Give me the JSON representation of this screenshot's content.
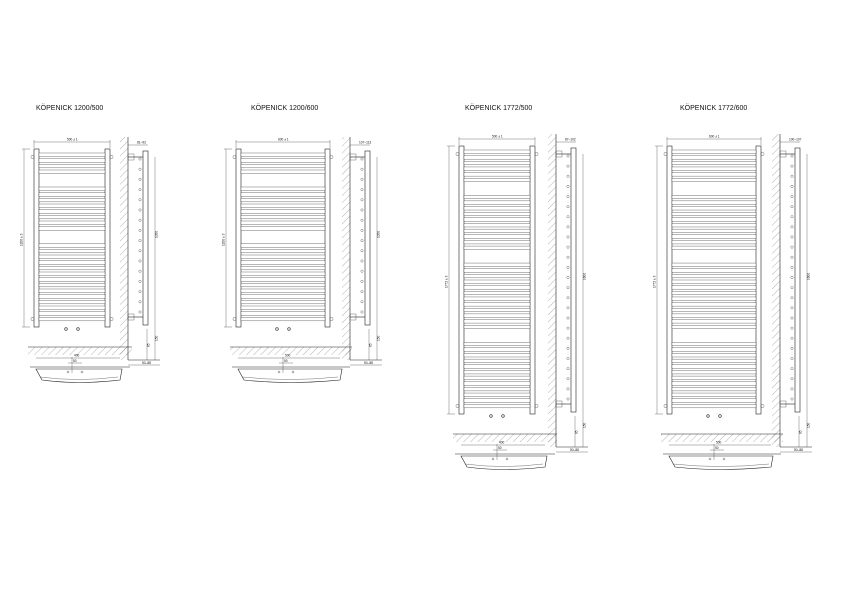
{
  "drawings": [
    {
      "title": "KÖPENICK 1200/500",
      "width_dim": "500 ± 1",
      "height_dim": "1200 ± 3",
      "side_top_dim": "81–93",
      "side_height_dim": "1050",
      "side_bottom_dim": "150",
      "side_low_dim": "85",
      "side_wall_dim": "50–88",
      "plan_width_dim": "400",
      "plan_center_dim": "50",
      "bars": 26,
      "tall": false
    },
    {
      "title": "KÖPENICK 1200/600",
      "width_dim": "600 ± 1",
      "height_dim": "1200 ± 3",
      "side_top_dim": "107–113",
      "side_height_dim": "1050",
      "side_bottom_dim": "150",
      "side_low_dim": "85",
      "side_wall_dim": "50–88",
      "plan_width_dim": "500",
      "plan_center_dim": "50",
      "bars": 26,
      "tall": false
    },
    {
      "title": "KÖPENICK 1772/500",
      "width_dim": "500 ± 1",
      "height_dim": "1772 ± 3",
      "side_top_dim": "87–102",
      "side_height_dim": "1600",
      "side_bottom_dim": "150",
      "side_low_dim": "85",
      "side_wall_dim": "50–88",
      "plan_width_dim": "400",
      "plan_center_dim": "50",
      "bars": 40,
      "tall": true
    },
    {
      "title": "KÖPENICK 1772/600",
      "width_dim": "600 ± 1",
      "height_dim": "1772 ± 3",
      "side_top_dim": "100–107",
      "side_height_dim": "1600",
      "side_bottom_dim": "150",
      "side_low_dim": "85",
      "side_wall_dim": "50–88",
      "plan_width_dim": "500",
      "plan_center_dim": "50",
      "bars": 40,
      "tall": true
    }
  ]
}
